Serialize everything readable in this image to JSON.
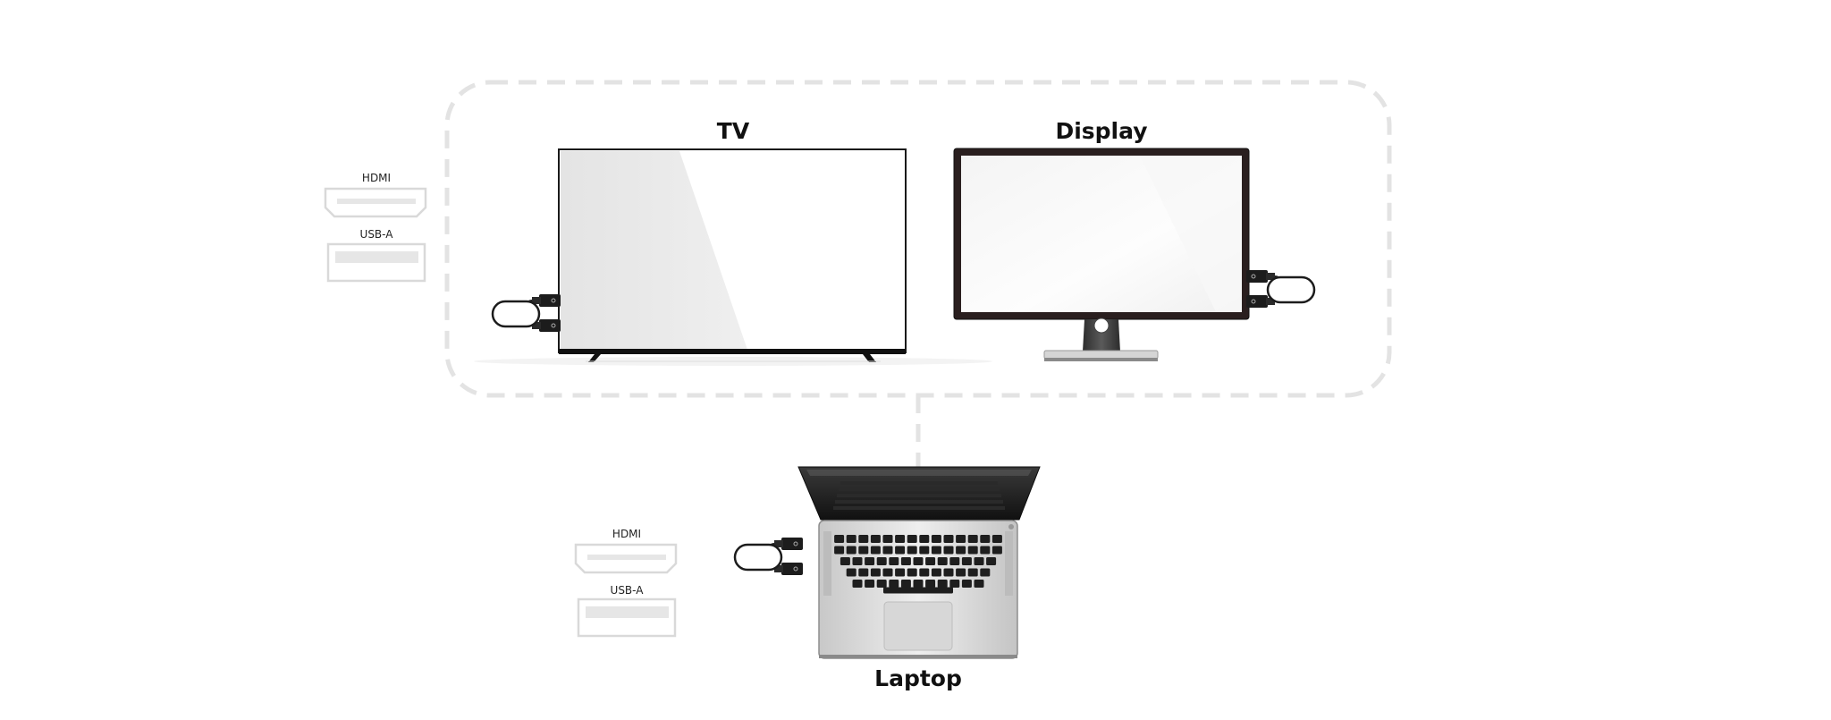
{
  "devices": {
    "tv": {
      "label": "TV"
    },
    "display": {
      "label": "Display"
    },
    "laptop": {
      "label": "Laptop"
    }
  },
  "port_legend_top": {
    "hdmi_label": "HDMI",
    "usba_label": "USB-A"
  },
  "port_legend_bottom": {
    "hdmi_label": "HDMI",
    "usba_label": "USB-A"
  },
  "colors": {
    "dashed_outline": "#e3e3e3",
    "device_frame": "#1c1c1c",
    "port_outline": "#d9d9d9",
    "port_fill": "#e6e6e6"
  }
}
